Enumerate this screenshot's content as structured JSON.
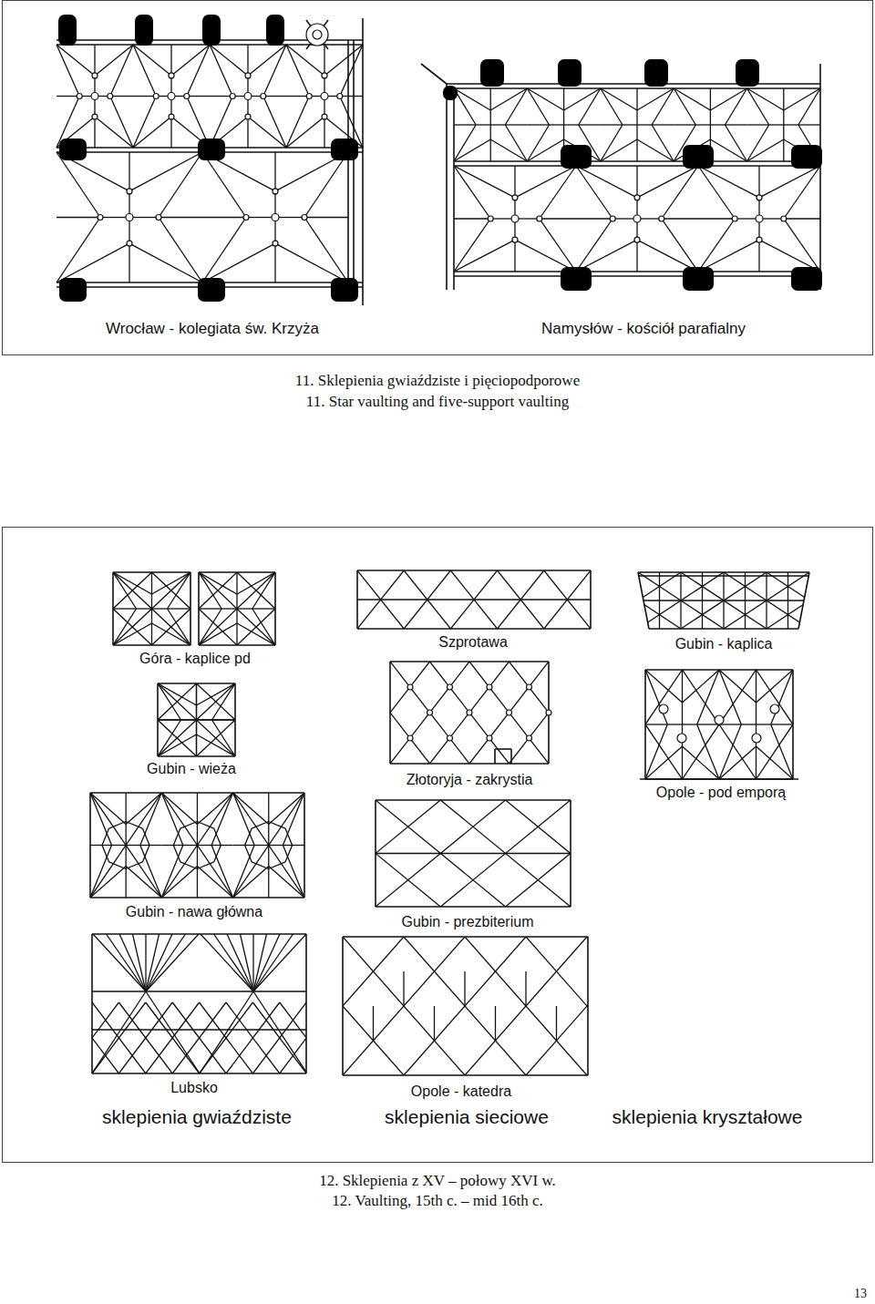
{
  "diagram": {
    "nodes": [
      {
        "text": [
          "Wrocław - kolegiata św. Krzyża",
          "Namysłów - kościół parafialny"
        ]
      },
      {
        "text": [
          "Góra - kaplice pd",
          "Szprotawa",
          "Gubin - kaplica",
          "Gubin - wieża",
          "Złotoryja - zakrystia",
          "Opole - pod emporą",
          "Gubin - nawa główna",
          "Gubin - prezbiterium",
          "Lubsko",
          "Opole - katedra",
          "sklepienia gwiaździste",
          "sklepienia sieciowe",
          "sklepienia kryształowe"
        ]
      }
    ],
    "labels": [
      "11. Sklepienia gwiaździste i pięciopodporowe",
      "11. Star vaulting and five-support vaulting",
      "12. Sklepienia z XV – połowy XVI w.",
      "12. Vaulting, 15th c. – mid 16th c.",
      "13"
    ]
  }
}
